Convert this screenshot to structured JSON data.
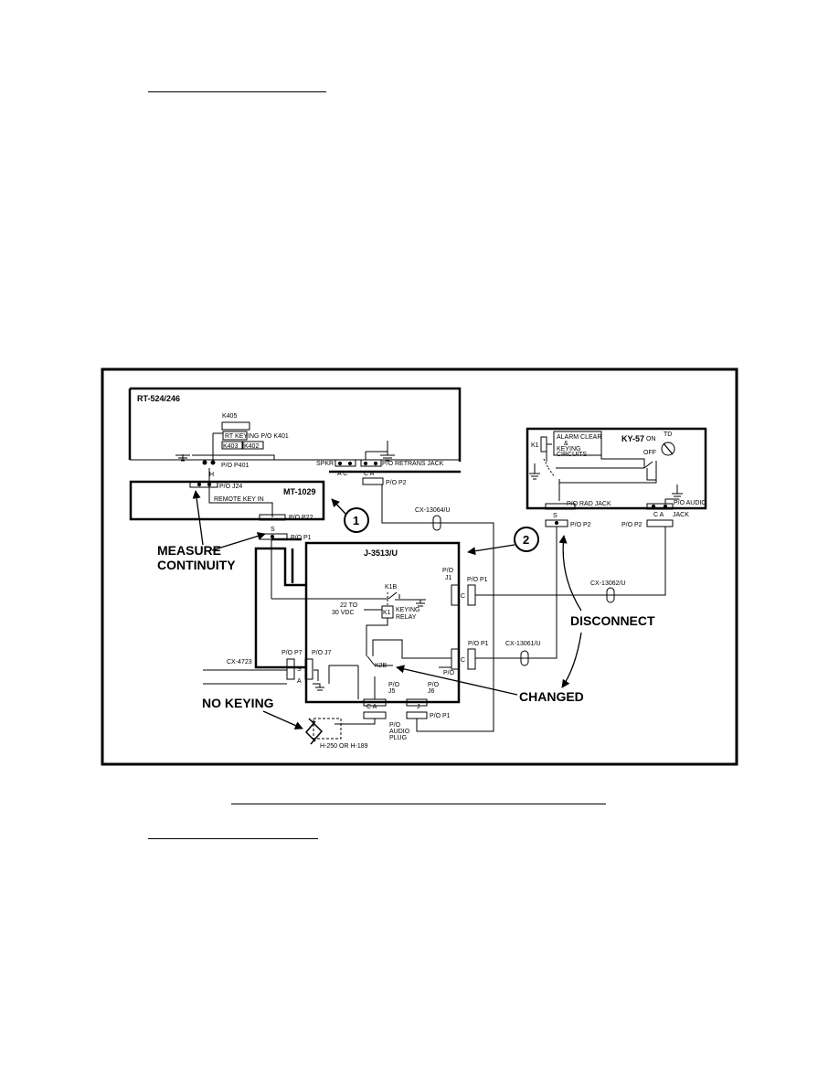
{
  "diagram": {
    "rt": {
      "title": "RT-524/246",
      "k405": "K405",
      "rt_keying": "RT KEYING P/O K401",
      "k403": "K403",
      "k402": "K402",
      "p401": "P/O P401",
      "h": "H",
      "spkr": "SPKR",
      "ac": "A C",
      "ca": "C A",
      "retrans": "P/O RETRANS JACK",
      "p2": "P/O P2"
    },
    "mt": {
      "title": "MT-1029",
      "j24": "P/O J24",
      "remote": "REMOTE KEY IN",
      "p22": "P/O P22",
      "s": "S",
      "p1": "P/O P1"
    },
    "ky": {
      "title": "KY-57",
      "k1": "K1",
      "alarm": "ALARM CLEAR",
      "amp": "&",
      "keying": "KEYING",
      "circuits": "CIRCUITS",
      "on": "ON",
      "td": "TD",
      "off": "OFF",
      "rad_jack": "P/O RAD JACK",
      "audio": "P/O AUDIO",
      "ca": "C A",
      "jack": "JACK",
      "s": "S",
      "p2a": "P/O P2",
      "p2b": "P/O P2"
    },
    "j3513": {
      "title": "J-3513/U",
      "po": "P/O",
      "j1": "J1",
      "p1a": "P/O P1",
      "c1": "C",
      "k1b": "K1B",
      "vdc1": "22 TO",
      "vdc2": "30 VDC",
      "k1": "K1",
      "keying": "KEYING",
      "relay": "RELAY",
      "p1b": "P/O P1",
      "c2": "C",
      "po2": "P/O",
      "k2b": "K2B",
      "pj5": "P/O",
      "j5": "J5",
      "pj6": "P/O",
      "j6": "J6",
      "ca": "C A",
      "j": "J",
      "p1c": "P/O P1",
      "p7": "P/O P7",
      "j7": "P/O J7",
      "s": "S",
      "a": "A"
    },
    "cables": {
      "cx13064": "CX-13064/U",
      "cx13062": "CX-13062/U",
      "cx13061": "CX-13061/U",
      "cx4723": "CX-4723"
    },
    "callouts": {
      "one": "1",
      "two": "2",
      "measure": "MEASURE",
      "continuity": "CONTINUITY",
      "disconnect": "DISCONNECT",
      "changed": "CHANGED",
      "no_keying": "NO KEYING",
      "audio_po": "P/O",
      "audio": "AUDIO",
      "plug": "PLUG",
      "handset": "H-250 OR H-189"
    }
  }
}
